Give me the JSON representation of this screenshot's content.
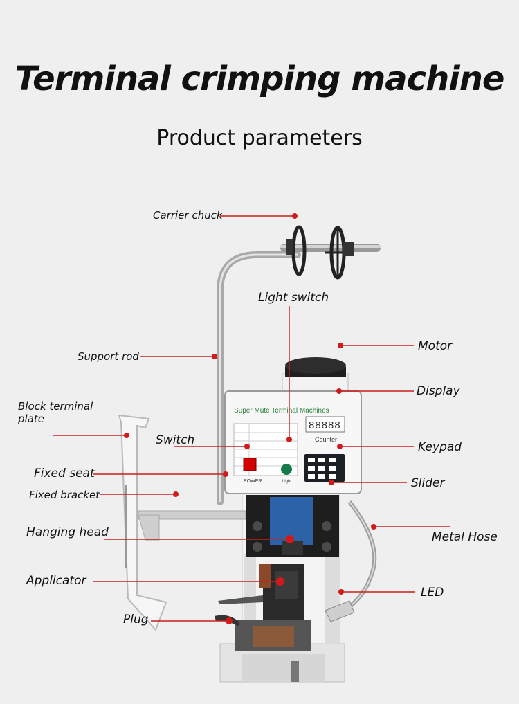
{
  "title": "Terminal crimping machine",
  "subtitle": "Product parameters",
  "labels": {
    "carrier_chuck": "Carrier chuck",
    "light_switch": "Light switch",
    "motor": "Motor",
    "support_rod": "Support rod",
    "display": "Display",
    "block_terminal_plate": "Block terminal plate",
    "switch": "Switch",
    "keypad": "Keypad",
    "fixed_seat": "Fixed seat",
    "slider": "Slider",
    "fixed_bracket": "Fixed bracket",
    "hanging_head": "Hanging head",
    "metal_hose": "Metal Hose",
    "applicator": "Applicator",
    "led": "LED",
    "plug": "Plug"
  },
  "machine": {
    "panel_title": "Super Mute Terminal Machines",
    "counter_label": "Counter",
    "counter_digits": "88888",
    "power_label": "POWER",
    "light_label": "Light"
  },
  "colors": {
    "background": "#efefef",
    "callout_line": "#cc1f1f",
    "callout_dot": "#d11a1a"
  }
}
